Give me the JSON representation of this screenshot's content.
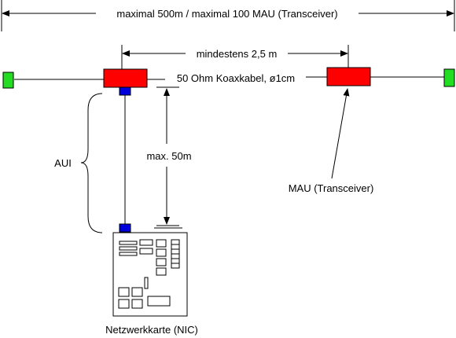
{
  "labels": {
    "total_length": "maximal 500m / maximal 100 MAU (Transceiver)",
    "min_spacing": "mindestens 2,5 m",
    "cable": "50 Ohm Koaxkabel, ø1cm",
    "aui": "AUI",
    "aui_length": "max. 50m",
    "mau": "MAU (Transceiver)",
    "nic": "Netzwerkkarte (NIC)"
  },
  "colors": {
    "terminator": "#22dd22",
    "mau": "#ff0000",
    "connector": "#0000dd",
    "line": "#000000",
    "background": "#ffffff"
  }
}
